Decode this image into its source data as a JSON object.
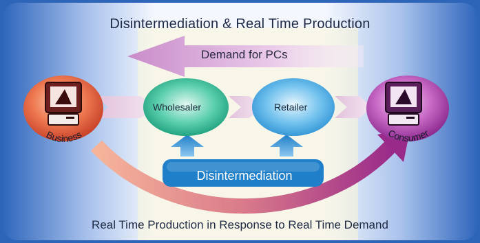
{
  "diagram": {
    "title": "Disintermediation & Real Time Production",
    "demand_label": "Demand for PCs",
    "nodes": {
      "business": "Business",
      "wholesaler": "Wholesaler",
      "retailer": "Retailer",
      "consumer": "Consumer"
    },
    "disintermediation_label": "Disintermediation",
    "footer": "Real Time Production in Response to Real Time Demand"
  },
  "colors": {
    "frame": "#2d66b8",
    "business_ellipse": "#e8603a",
    "consumer_ellipse": "#c060c0",
    "wholesaler_ellipse": "#22b38a",
    "retailer_ellipse": "#3aa6e0",
    "demand_arrow": "#d8a8d8",
    "up_arrows": "#1f7fc8",
    "curve_arrow_start": "#f2a48a",
    "curve_arrow_end": "#9a2a8a"
  }
}
